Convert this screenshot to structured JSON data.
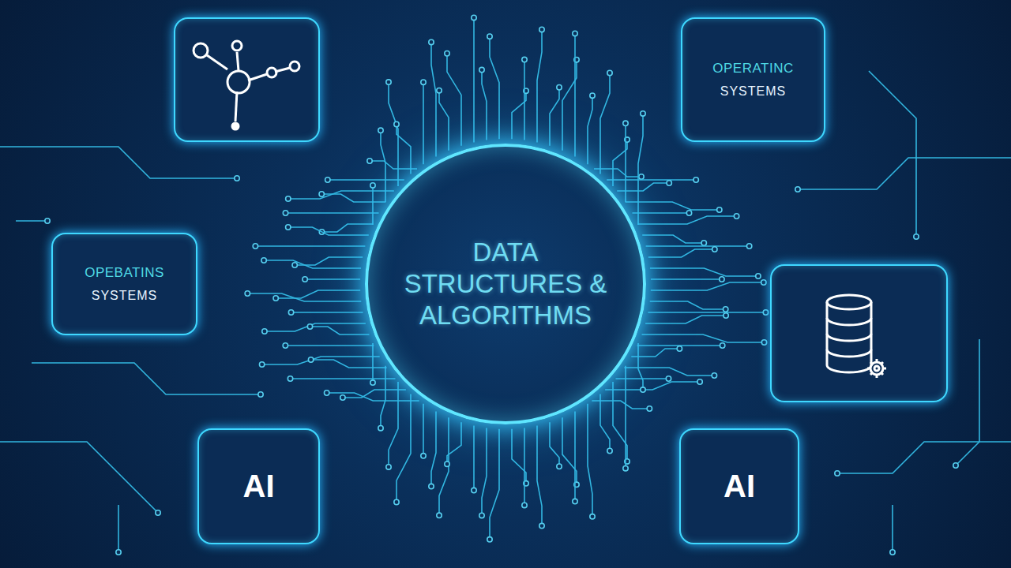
{
  "diagram": {
    "nodes": [
      {
        "text": [
          "OPERATINC",
          "SYSTEMS"
        ]
      },
      {
        "text": [
          "OPEBATINS",
          "SYSTEMS"
        ]
      },
      {
        "text": [
          "DATA STRUCTURES & ALGORITHMS"
        ]
      },
      {
        "text": [
          "AI"
        ]
      },
      {
        "text": [
          "AI"
        ]
      }
    ]
  }
}
